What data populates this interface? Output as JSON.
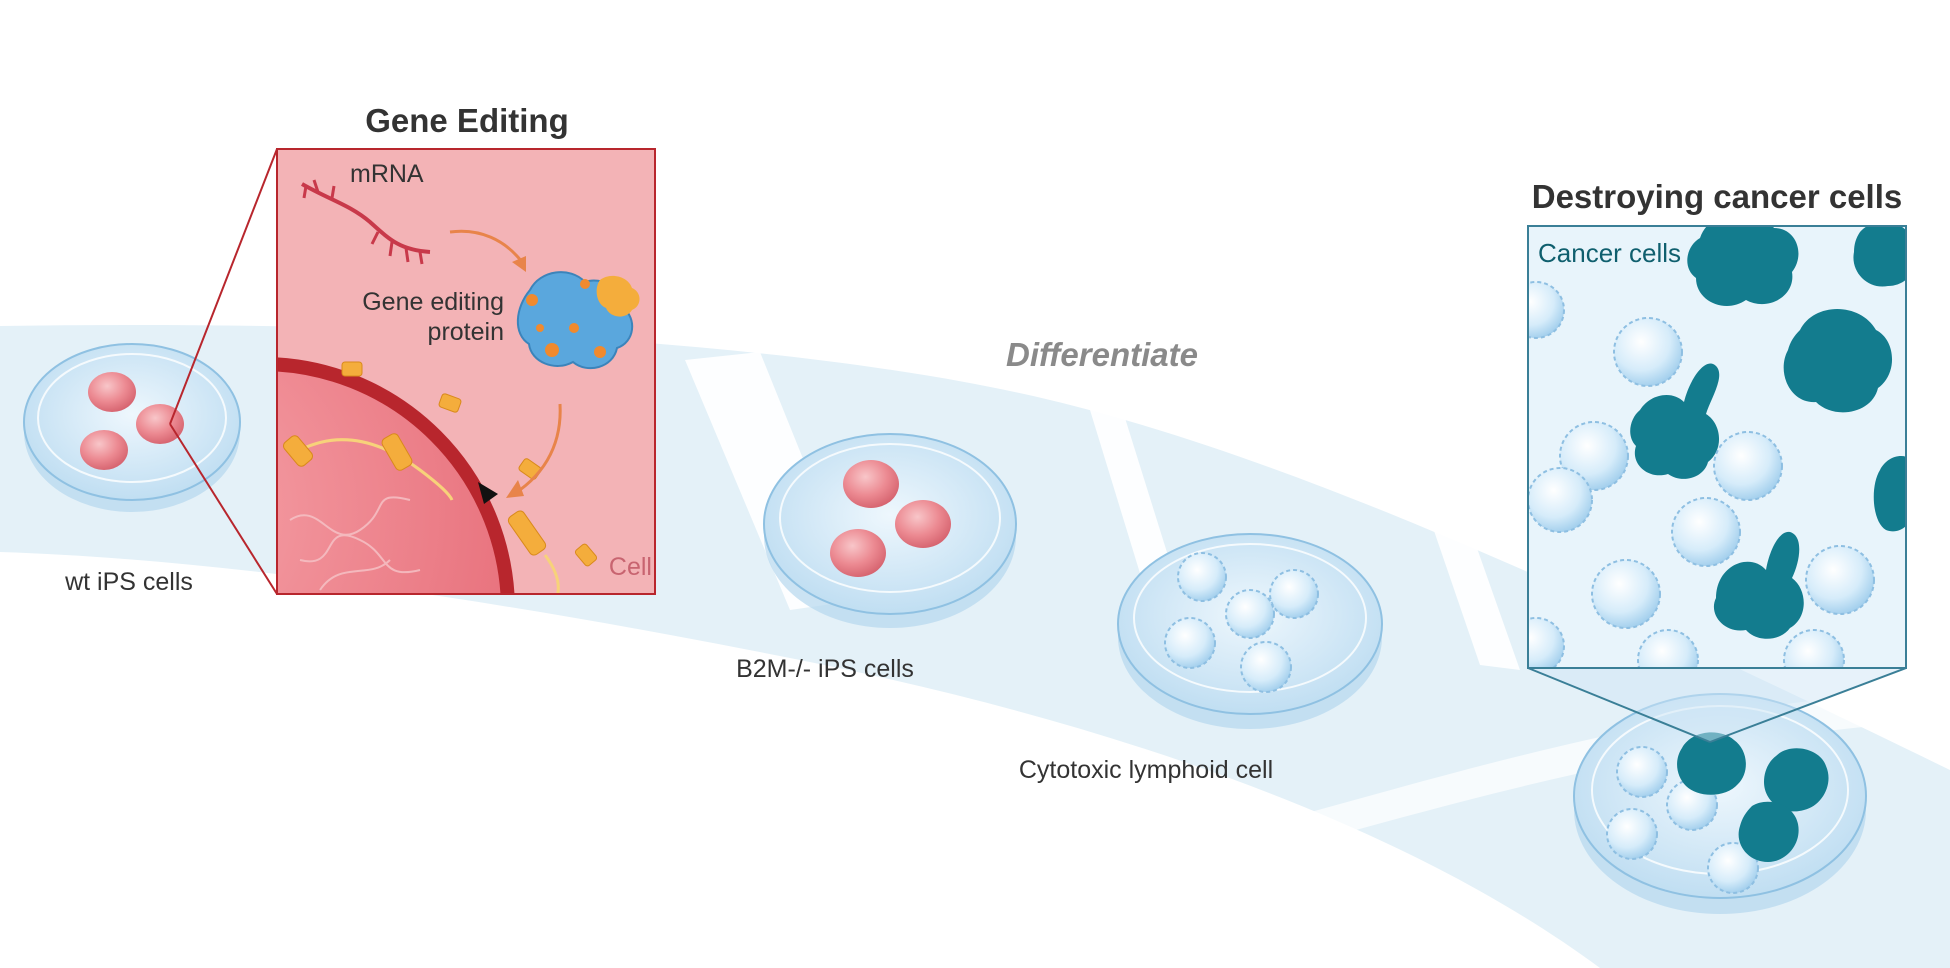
{
  "titles": {
    "gene_editing": "Gene Editing",
    "destroying": "Destroying cancer cells",
    "differentiate": "Differentiate"
  },
  "labels": {
    "wt_ips": "wt iPS cells",
    "b2m_ips": "B2M-/- iPS cells",
    "lymphoid": "Cytotoxic lymphoid cell"
  },
  "inset_gene": {
    "mrna": "mRNA",
    "protein_line1": "Gene editing",
    "protein_line2": "protein",
    "cell": "Cell"
  },
  "inset_cancer": {
    "cancer_cells": "Cancer cells"
  },
  "colors": {
    "band": "#e4f1f8",
    "dish_fill": "#cfe6f5",
    "dish_rim": "#9cc9e6",
    "ips_cell": "#e8747e",
    "lymphoid_cell": "#c6e3f7",
    "cancer_cell": "#137c8e",
    "inset_pink": "#f3b3b6",
    "membrane": "#b8262d",
    "channel": "#f4ad3c",
    "editing_protein": "#5aa7dd",
    "inset_cancer_bg": "#e8f4fb",
    "inset_cancer_border": "#3a7f97"
  }
}
